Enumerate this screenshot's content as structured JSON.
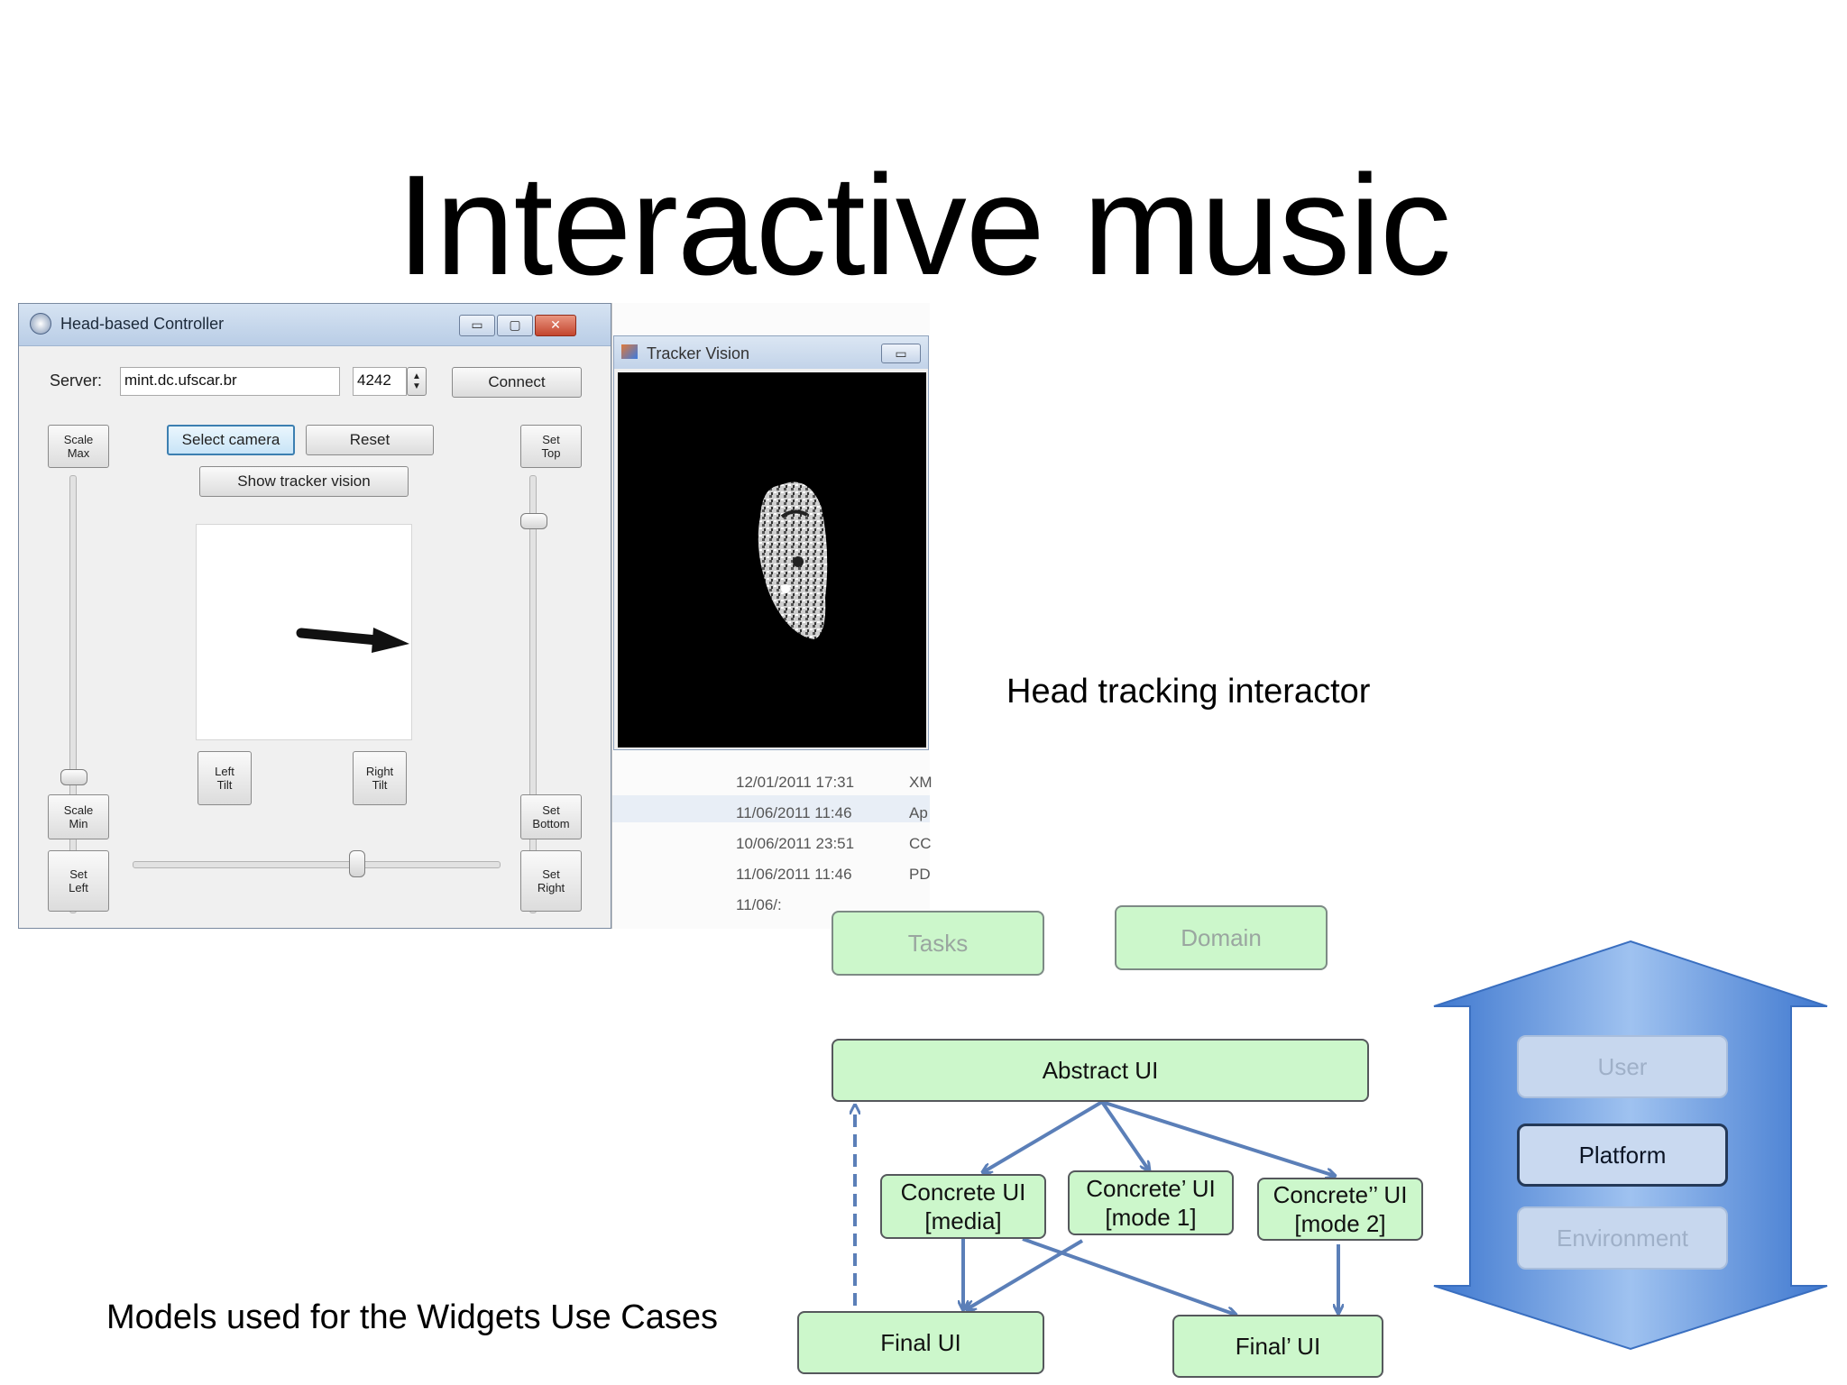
{
  "slide": {
    "title": "Interactive music",
    "caption_head": "Head tracking interactor",
    "caption_models": "Models used for the Widgets Use Cases"
  },
  "controller": {
    "window_title": "Head-based Controller",
    "server_label": "Server:",
    "server_value": "mint.dc.ufscar.br",
    "port_value": "4242",
    "connect": "Connect",
    "select_camera": "Select camera",
    "reset": "Reset",
    "show_tracker": "Show tracker vision",
    "scale_max": [
      "Scale",
      "Max"
    ],
    "scale_min": [
      "Scale",
      "Min"
    ],
    "set_top": [
      "Set",
      "Top"
    ],
    "set_bottom": [
      "Set",
      "Bottom"
    ],
    "set_left": [
      "Set",
      "Left"
    ],
    "set_right": [
      "Set",
      "Right"
    ],
    "left_tilt": [
      "Left",
      "Tilt"
    ],
    "right_tilt": [
      "Right",
      "Tilt"
    ],
    "caption_buttons": {
      "minimize": "▭",
      "maximize": "▢",
      "close": "✕"
    }
  },
  "tracker": {
    "window_title": "Tracker Vision",
    "file_rows": [
      {
        "date": "12/01/2011 17:31",
        "type": "XM"
      },
      {
        "date": "11/06/2011 11:46",
        "type": "Ap"
      },
      {
        "date": "10/06/2011 23:51",
        "type": "CC"
      },
      {
        "date": "11/06/2011 11:46",
        "type": "PD"
      },
      {
        "date": "11/06/:",
        "type": ""
      }
    ]
  },
  "diagram": {
    "tasks": "Tasks",
    "domain": "Domain",
    "abstract_ui": "Abstract UI",
    "concrete_media": [
      "Concrete UI",
      "[media]"
    ],
    "concrete_mode1": [
      "Concrete’ UI",
      "[mode 1]"
    ],
    "concrete_mode2": [
      "Concrete’’ UI",
      "[mode 2]"
    ],
    "final_ui": "Final UI",
    "final_ui_prime": "Final’ UI",
    "context": {
      "user": "User",
      "platform": "Platform",
      "environment": "Environment"
    }
  },
  "colors": {
    "diagram_box": "#ccf7cb",
    "arrow": "#5b7fb8",
    "context_arrow": "#4d86d8",
    "tracker_bg": "#000000"
  }
}
